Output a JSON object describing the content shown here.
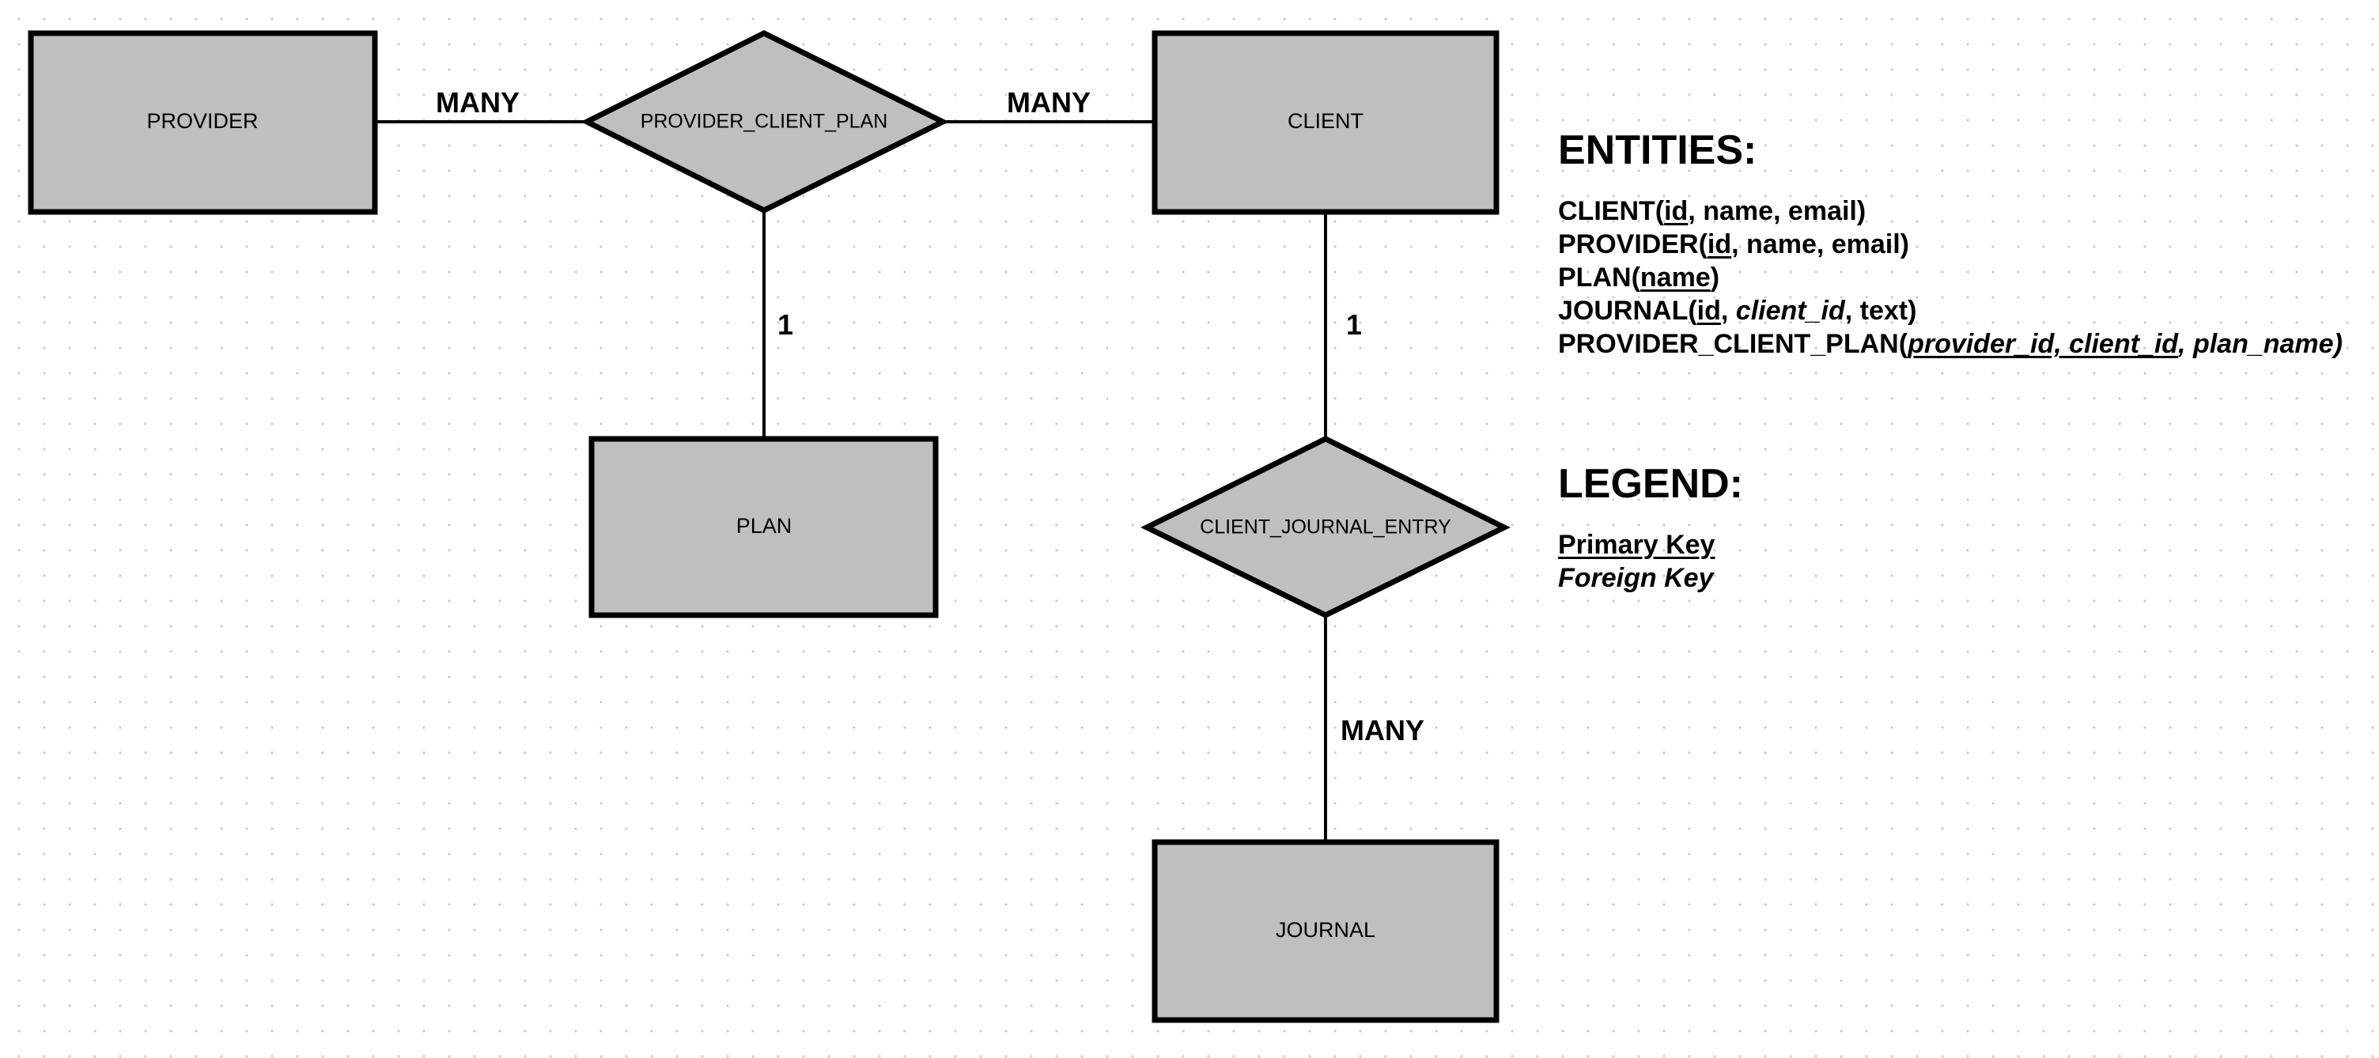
{
  "entities": {
    "provider": "PROVIDER",
    "client": "CLIENT",
    "plan": "PLAN",
    "journal": "JOURNAL"
  },
  "relationships": {
    "provider_client_plan": "PROVIDER_CLIENT_PLAN",
    "client_journal_entry": "CLIENT_JOURNAL_ENTRY"
  },
  "cardinalities": {
    "provider_to_pcp": "MANY",
    "pcp_to_client": "MANY",
    "pcp_to_plan": "1",
    "client_to_cje": "1",
    "cje_to_journal": "MANY"
  },
  "entities_panel": {
    "title": "ENTITIES:",
    "client": {
      "name": "CLIENT",
      "open": "(",
      "pk": "id",
      "rest": ", name, email)"
    },
    "provider": {
      "name": "PROVIDER",
      "open": "(",
      "pk": "id",
      "rest": ", name, email)"
    },
    "plan": {
      "name": "PLAN",
      "open": "(",
      "pk": "name",
      "rest": ")"
    },
    "journal": {
      "name": "JOURNAL",
      "open": "(",
      "pk": "id",
      "sep1": ", ",
      "fk": "client_id",
      "rest": ", text)"
    },
    "pcp": {
      "name": "PROVIDER_CLIENT_PLAN",
      "open": "(",
      "pkfk": "provider_id, client_id",
      "sep1": ", ",
      "fk": "plan_name",
      "rest": ")"
    }
  },
  "legend": {
    "title": "LEGEND:",
    "primary_key": "Primary Key",
    "foreign_key": "Foreign Key"
  },
  "colors": {
    "shape_fill": "#bfbfbf",
    "stroke": "#000000",
    "grid_dot": "#cfcfcf"
  }
}
